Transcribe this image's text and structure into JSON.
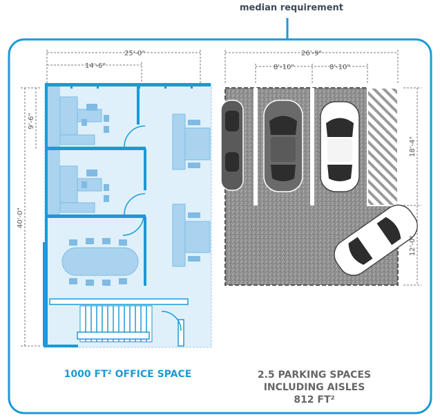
{
  "header": {
    "text": "median requirement"
  },
  "office": {
    "dims": {
      "width_total": "25'-0\"",
      "width_inner": "14'-6\"",
      "height_room": "9'-6\"",
      "height_total": "40'-0\""
    },
    "caption": "1000 FT² OFFICE SPACE"
  },
  "parking": {
    "dims": {
      "width_total": "26'-9\"",
      "space_1": "8'-10\"",
      "space_2": "8'-10\"",
      "depth_space": "18'-4\"",
      "depth_aisle": "12'-0\""
    },
    "caption_line1": "2.5 PARKING SPACES",
    "caption_line2": "INCLUDING AISLES",
    "caption_line3": "812 FT²"
  },
  "colors": {
    "accent": "#1a9ad6",
    "office_fill": "#dff0fb",
    "furniture": "#a9d3ef",
    "asphalt": "#9a9a9a",
    "caption_gray": "#666666"
  }
}
